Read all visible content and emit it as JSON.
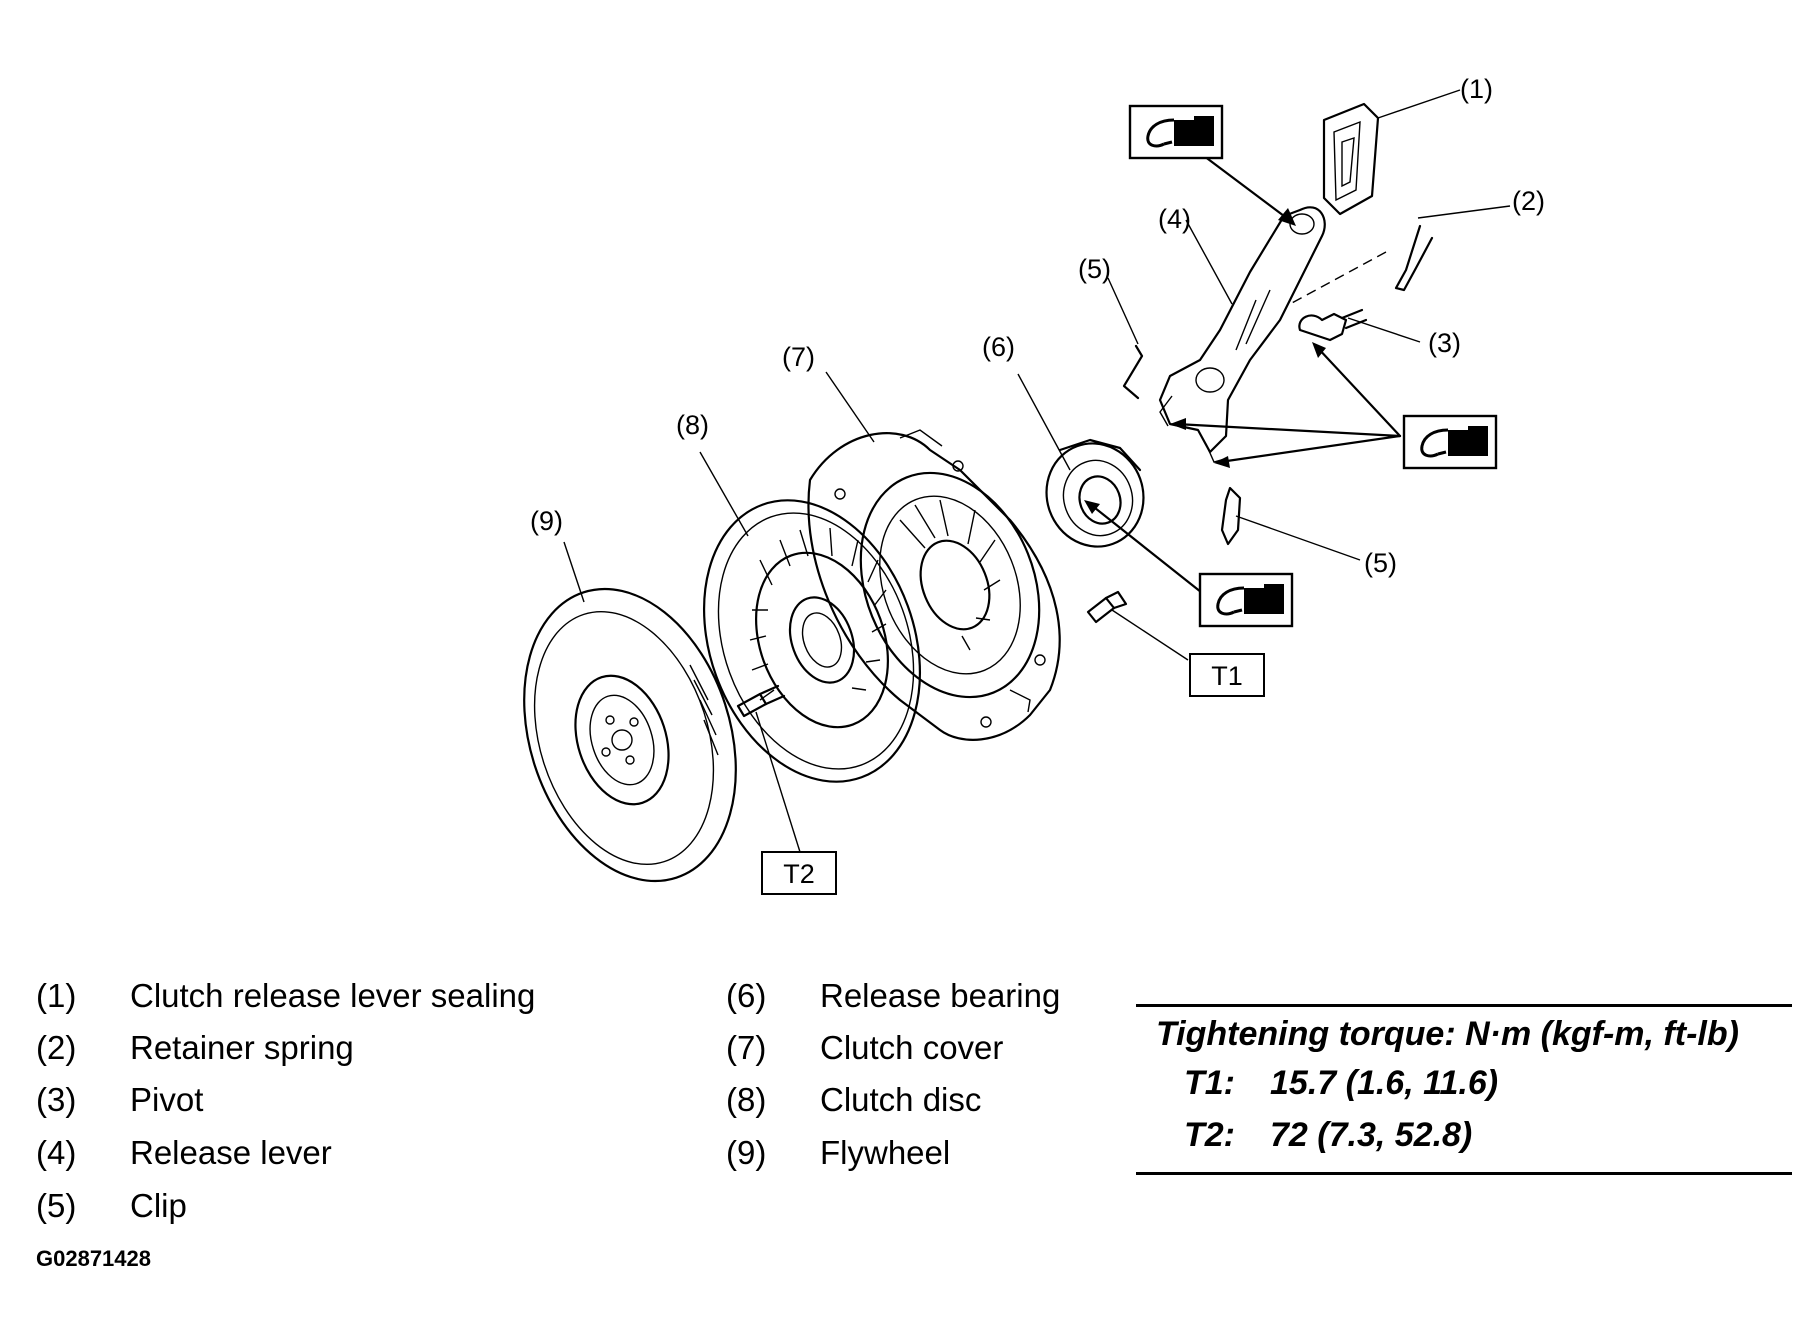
{
  "callouts": {
    "c1": "(1)",
    "c2": "(2)",
    "c3": "(3)",
    "c4": "(4)",
    "c5a": "(5)",
    "c5b": "(5)",
    "c6": "(6)",
    "c7": "(7)",
    "c8": "(8)",
    "c9": "(9)"
  },
  "torque_tags": {
    "t1": "T1",
    "t2": "T2"
  },
  "legend": {
    "left": [
      {
        "num": "(1)",
        "label": "Clutch release lever sealing"
      },
      {
        "num": "(2)",
        "label": "Retainer spring"
      },
      {
        "num": "(3)",
        "label": "Pivot"
      },
      {
        "num": "(4)",
        "label": "Release lever"
      },
      {
        "num": "(5)",
        "label": "Clip"
      }
    ],
    "right": [
      {
        "num": "(6)",
        "label": "Release bearing"
      },
      {
        "num": "(7)",
        "label": "Clutch cover"
      },
      {
        "num": "(8)",
        "label": "Clutch disc"
      },
      {
        "num": "(9)",
        "label": "Flywheel"
      }
    ]
  },
  "torque": {
    "title": "Tightening torque: N·m (kgf-m, ft-lb)",
    "rows": [
      {
        "code": "T1:",
        "value": "15.7 (1.6, 11.6)"
      },
      {
        "code": "T2:",
        "value": "72 (7.3, 52.8)"
      }
    ]
  },
  "figure_id": "G02871428",
  "icons": [
    "grease-icon",
    "grease-icon",
    "grease-icon"
  ]
}
